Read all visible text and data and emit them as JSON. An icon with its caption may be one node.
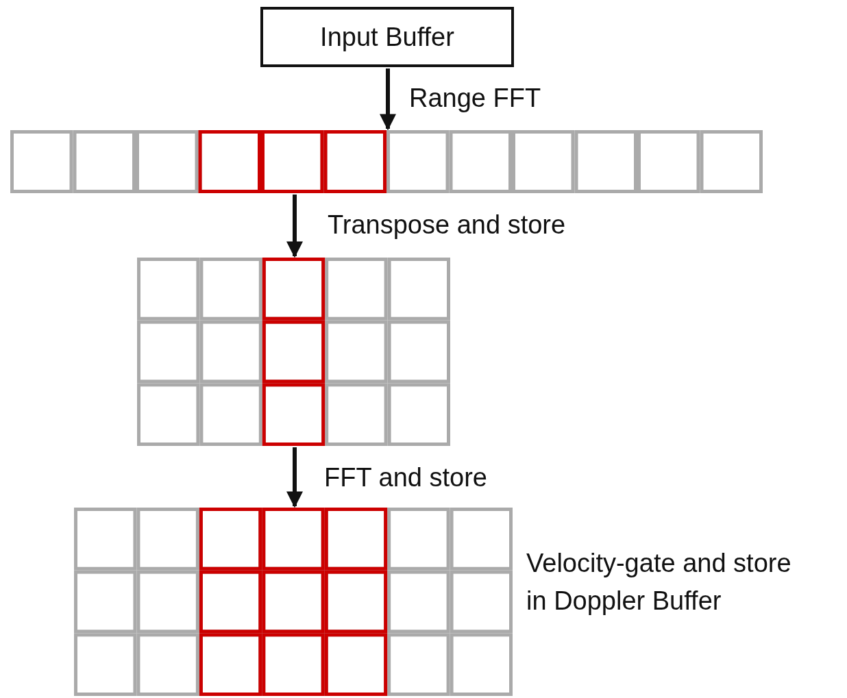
{
  "diagram": {
    "nodes": [
      {
        "text": [
          "Input Buffer"
        ]
      },
      {
        "text": [],
        "shape": "box"
      },
      {
        "text": [],
        "shape": "box"
      },
      {
        "text": [],
        "shape": "box",
        "beside": [
          "Velocity-gate and store in Doppler Buffer"
        ]
      }
    ],
    "edges": [
      {
        "from": 0,
        "to": 1,
        "arrow": "to",
        "label": "Range FFT"
      },
      {
        "from": 1,
        "to": 2,
        "arrow": "to",
        "label": "Transpose and store"
      },
      {
        "from": 2,
        "to": 3,
        "arrow": "to",
        "label": "FFT and store"
      }
    ]
  }
}
